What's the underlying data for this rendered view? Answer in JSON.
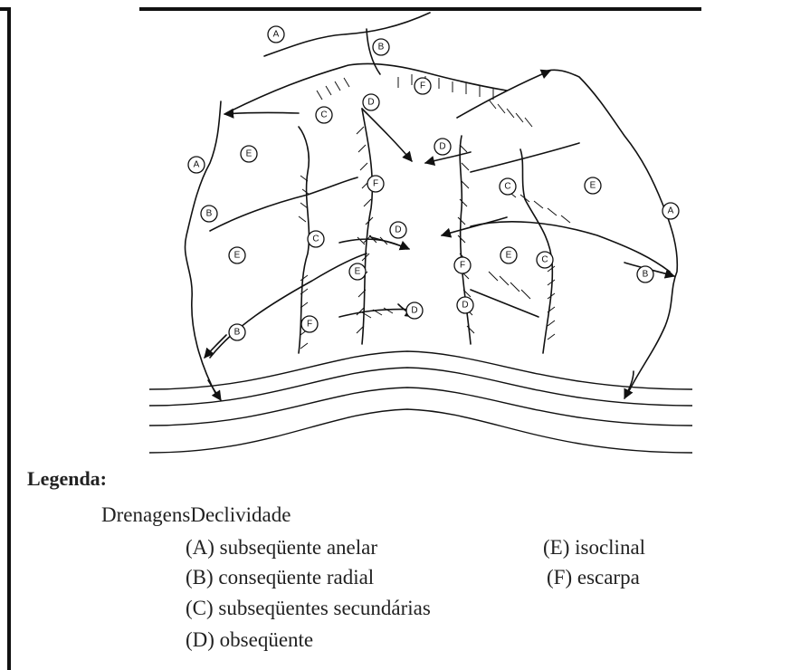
{
  "diagram": {
    "markers": {
      "A": "A",
      "B": "B",
      "C": "C",
      "D": "D",
      "E": "E",
      "F": "F"
    }
  },
  "legend": {
    "title": "Legenda:",
    "header": "DrenagensDeclividade",
    "items": [
      {
        "id": "A",
        "text": "(A) subseqüente anelar"
      },
      {
        "id": "B",
        "text": "(B) conseqüente radial"
      },
      {
        "id": "C",
        "text": "(C) subseqüentes secundárias"
      },
      {
        "id": "D",
        "text": "(D) obseqüente"
      },
      {
        "id": "E",
        "text": "(E) isoclinal"
      },
      {
        "id": "F",
        "text": "(F) escarpa"
      }
    ]
  }
}
